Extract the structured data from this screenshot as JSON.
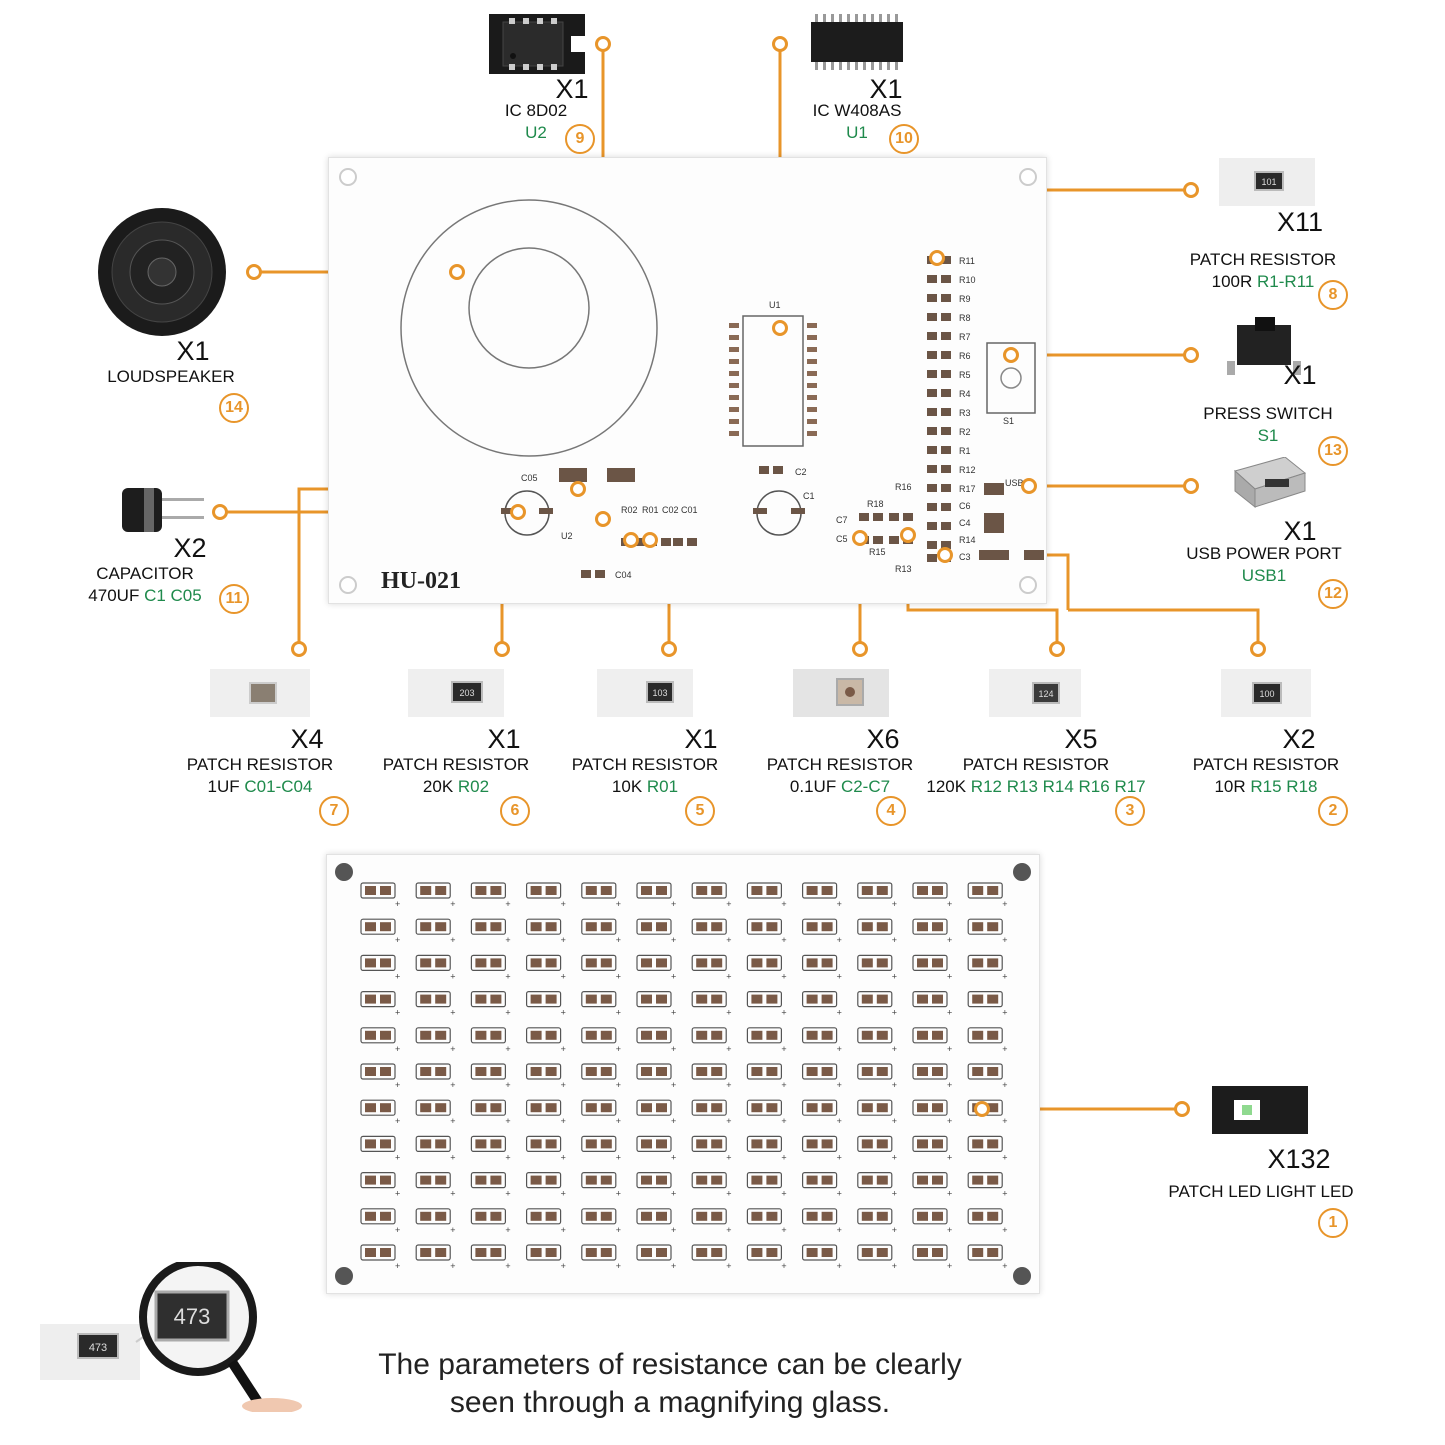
{
  "board_title": "HU-021",
  "colors": {
    "accent": "#e8952a",
    "ref": "#1f8a4c",
    "led": "#7a5a47"
  },
  "parts": [
    {
      "id": "ic8d02",
      "qty": "X1",
      "name": "IC 8D02",
      "value": "",
      "ref": "U2",
      "num": "9"
    },
    {
      "id": "icw408",
      "qty": "X1",
      "name": "IC W408AS",
      "value": "",
      "ref": "U1",
      "num": "10"
    },
    {
      "id": "r100",
      "qty": "X11",
      "name": "PATCH RESISTOR",
      "value": "100R",
      "ref": "R1-R11",
      "num": "8"
    },
    {
      "id": "speaker",
      "qty": "X1",
      "name": "LOUDSPEAKER",
      "value": "",
      "ref": "",
      "num": "14"
    },
    {
      "id": "switch",
      "qty": "X1",
      "name": "PRESS SWITCH",
      "value": "",
      "ref": "S1",
      "num": "13"
    },
    {
      "id": "cap470",
      "qty": "X2",
      "name": "CAPACITOR",
      "value": "470UF",
      "ref": "C1 C05",
      "num": "11"
    },
    {
      "id": "usb",
      "qty": "X1",
      "name": "USB POWER PORT",
      "value": "",
      "ref": "USB1",
      "num": "12"
    },
    {
      "id": "c1uf",
      "qty": "X4",
      "name": "PATCH RESISTOR",
      "value": "1UF",
      "ref": "C01-C04",
      "num": "7"
    },
    {
      "id": "r20k",
      "qty": "X1",
      "name": "PATCH RESISTOR",
      "value": "20K",
      "ref": "R02",
      "num": "6"
    },
    {
      "id": "r10k",
      "qty": "X1",
      "name": "PATCH RESISTOR",
      "value": "10K",
      "ref": "R01",
      "num": "5"
    },
    {
      "id": "c01uf",
      "qty": "X6",
      "name": "PATCH RESISTOR",
      "value": "0.1UF",
      "ref": "C2-C7",
      "num": "4"
    },
    {
      "id": "r120k",
      "qty": "X5",
      "name": "PATCH RESISTOR",
      "value": "120K",
      "ref": "R12 R13 R14 R16 R17",
      "num": "3"
    },
    {
      "id": "r10",
      "qty": "X2",
      "name": "PATCH RESISTOR",
      "value": "10R",
      "ref": "R15 R18",
      "num": "2"
    },
    {
      "id": "led",
      "qty": "X132",
      "name": "PATCH LED LIGHT LED",
      "value": "",
      "ref": "",
      "num": "1"
    }
  ],
  "chip_labels": {
    "r100": "101",
    "r20k": "203",
    "r10k": "103",
    "r120k": "124",
    "r10": "100",
    "magnifier": "473"
  },
  "pcb_labels": [
    "R11",
    "R10",
    "R9",
    "R8",
    "R7",
    "R6",
    "R5",
    "R4",
    "R3",
    "R2",
    "R1",
    "R12"
  ],
  "pcb_labels_right": [
    "R17",
    "C6",
    "C4",
    "R14",
    "C3"
  ],
  "pcb_misc": {
    "u1": "U1",
    "u2": "U2",
    "c05": "C05",
    "c2": "C2",
    "c1": "C1",
    "c04": "C04",
    "r02": "R02",
    "r01": "R01",
    "c02": "C02",
    "c01": "C01",
    "r16": "R16",
    "r18": "R18",
    "c7": "C7",
    "c5": "C5",
    "r15": "R15",
    "r13": "R13",
    "usb1": "USB1",
    "s1": "S1"
  },
  "led_grid": {
    "rows": 11,
    "cols": 12
  },
  "caption": {
    "line1": "The parameters of resistance can be clearly",
    "line2": "seen through a magnifying glass."
  }
}
